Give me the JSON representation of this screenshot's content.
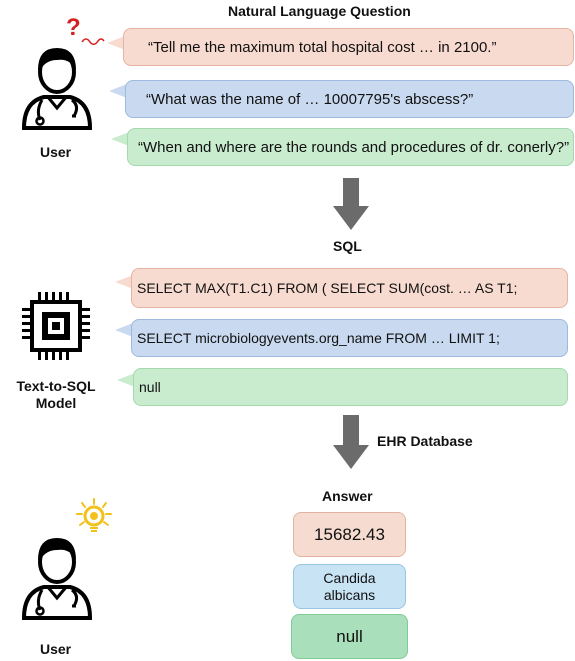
{
  "headings": {
    "question": "Natural Language Question",
    "sql": "SQL",
    "ehr": "EHR Database",
    "answer": "Answer"
  },
  "actors": {
    "user_top": "User",
    "model_line1": "Text-to-SQL",
    "model_line2": "Model",
    "user_bottom": "User"
  },
  "question_mark": "?",
  "questions": [
    "“Tell me the maximum total hospital cost … in 2100.”",
    "“What was the name of … 10007795's abscess?”",
    "“When and where are the rounds and procedures of dr. conerly?”"
  ],
  "sql": [
    "SELECT MAX(T1.C1) FROM ( SELECT SUM(cost. … AS T1;",
    "SELECT microbiologyevents.org_name FROM … LIMIT 1;",
    "null"
  ],
  "answers": [
    "15682.43",
    "Candida albicans",
    "null"
  ],
  "colors": {
    "question_red": "#f8dbd0",
    "question_blue": "#c9daf0",
    "question_green": "#c9eccf",
    "arrow": "#6b6b6b",
    "question_mark": "#d62020",
    "idea": "#f2c21b"
  },
  "icons": [
    "doctor-icon",
    "question-mark-icon",
    "cpu-chip-icon",
    "down-arrow-icon",
    "lightbulb-idea-icon"
  ]
}
